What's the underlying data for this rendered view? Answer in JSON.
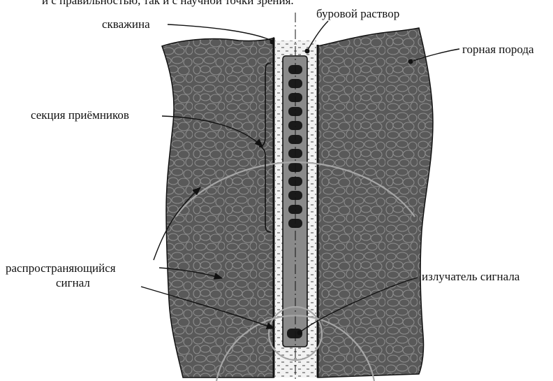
{
  "header_text": "и с правильностью, так и с научной точки зрения.",
  "labels": {
    "borehole": "скважина",
    "drilling_mud": "буровой раствор",
    "rock": "горная порода",
    "receiver_section": "секция приёмников",
    "propagating_signal_line1": "распространяющийся",
    "propagating_signal_line2": "сигнал",
    "signal_emitter": "излучатель сигнала"
  },
  "colors": {
    "rock": "#595959",
    "pebble_stroke": "#8c8c8c",
    "mud": "#f2f2f2",
    "tool": "#8a8a8a",
    "receiver": "#1a1a1a",
    "wave": "#a6a6a6"
  },
  "receiver_count": 12
}
